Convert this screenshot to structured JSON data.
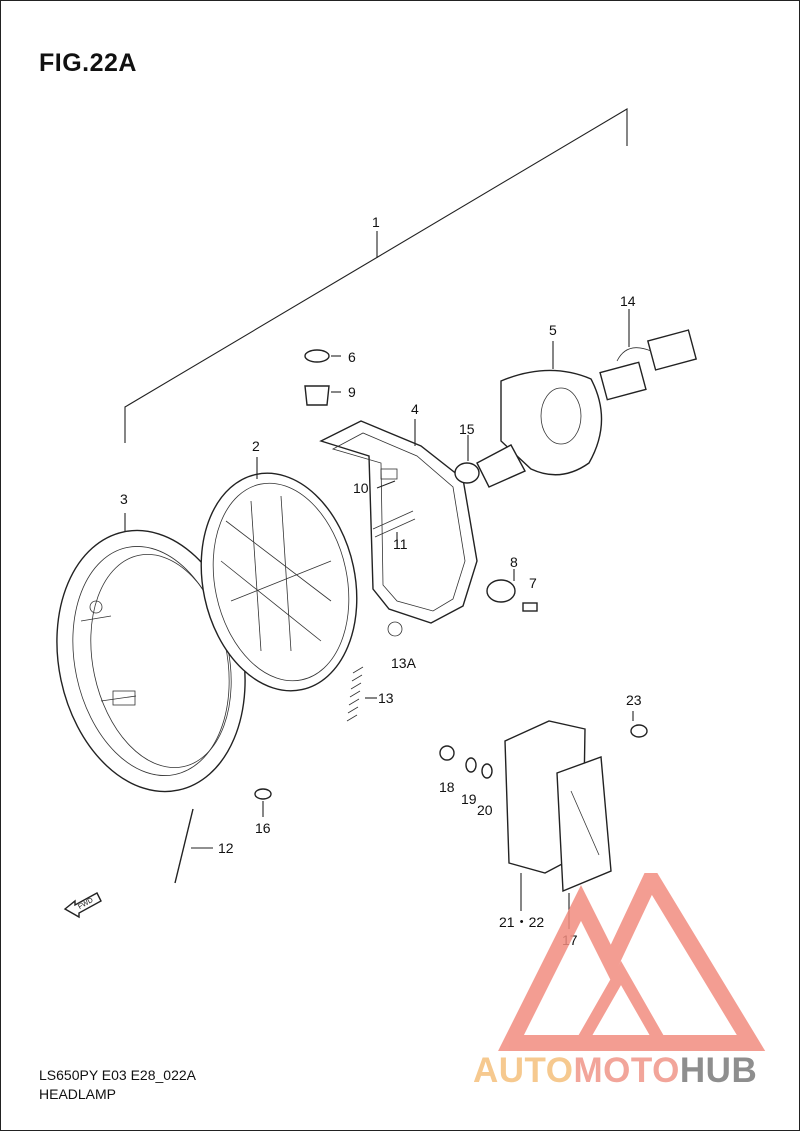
{
  "figure": {
    "title": "FIG.22A",
    "model_code": "LS650PY E03 E28_022A",
    "section_name": "HEADLAMP"
  },
  "fwd_badge": "FWD",
  "callouts": [
    {
      "id": "c1",
      "text": "1"
    },
    {
      "id": "c2",
      "text": "2"
    },
    {
      "id": "c3",
      "text": "3"
    },
    {
      "id": "c4",
      "text": "4"
    },
    {
      "id": "c5",
      "text": "5"
    },
    {
      "id": "c6",
      "text": "6"
    },
    {
      "id": "c7",
      "text": "7"
    },
    {
      "id": "c8",
      "text": "8"
    },
    {
      "id": "c9",
      "text": "9"
    },
    {
      "id": "c10",
      "text": "10"
    },
    {
      "id": "c11",
      "text": "11"
    },
    {
      "id": "c12",
      "text": "12"
    },
    {
      "id": "c13",
      "text": "13"
    },
    {
      "id": "c13a",
      "text": "13A"
    },
    {
      "id": "c14",
      "text": "14"
    },
    {
      "id": "c15",
      "text": "15"
    },
    {
      "id": "c16",
      "text": "16"
    },
    {
      "id": "c17",
      "text": "17"
    },
    {
      "id": "c18",
      "text": "18"
    },
    {
      "id": "c19",
      "text": "19"
    },
    {
      "id": "c20",
      "text": "20"
    },
    {
      "id": "c2122",
      "text": "21・22"
    },
    {
      "id": "c23",
      "text": "23"
    }
  ],
  "watermark": {
    "brand_part1": "AUTO",
    "brand_part2": "MOTO",
    "brand_part3": "HUB",
    "colors": {
      "triangle": "#f28d80",
      "part1": "#f6c98f",
      "part2": "#f2a59a",
      "part3": "#8e8e8e"
    }
  }
}
